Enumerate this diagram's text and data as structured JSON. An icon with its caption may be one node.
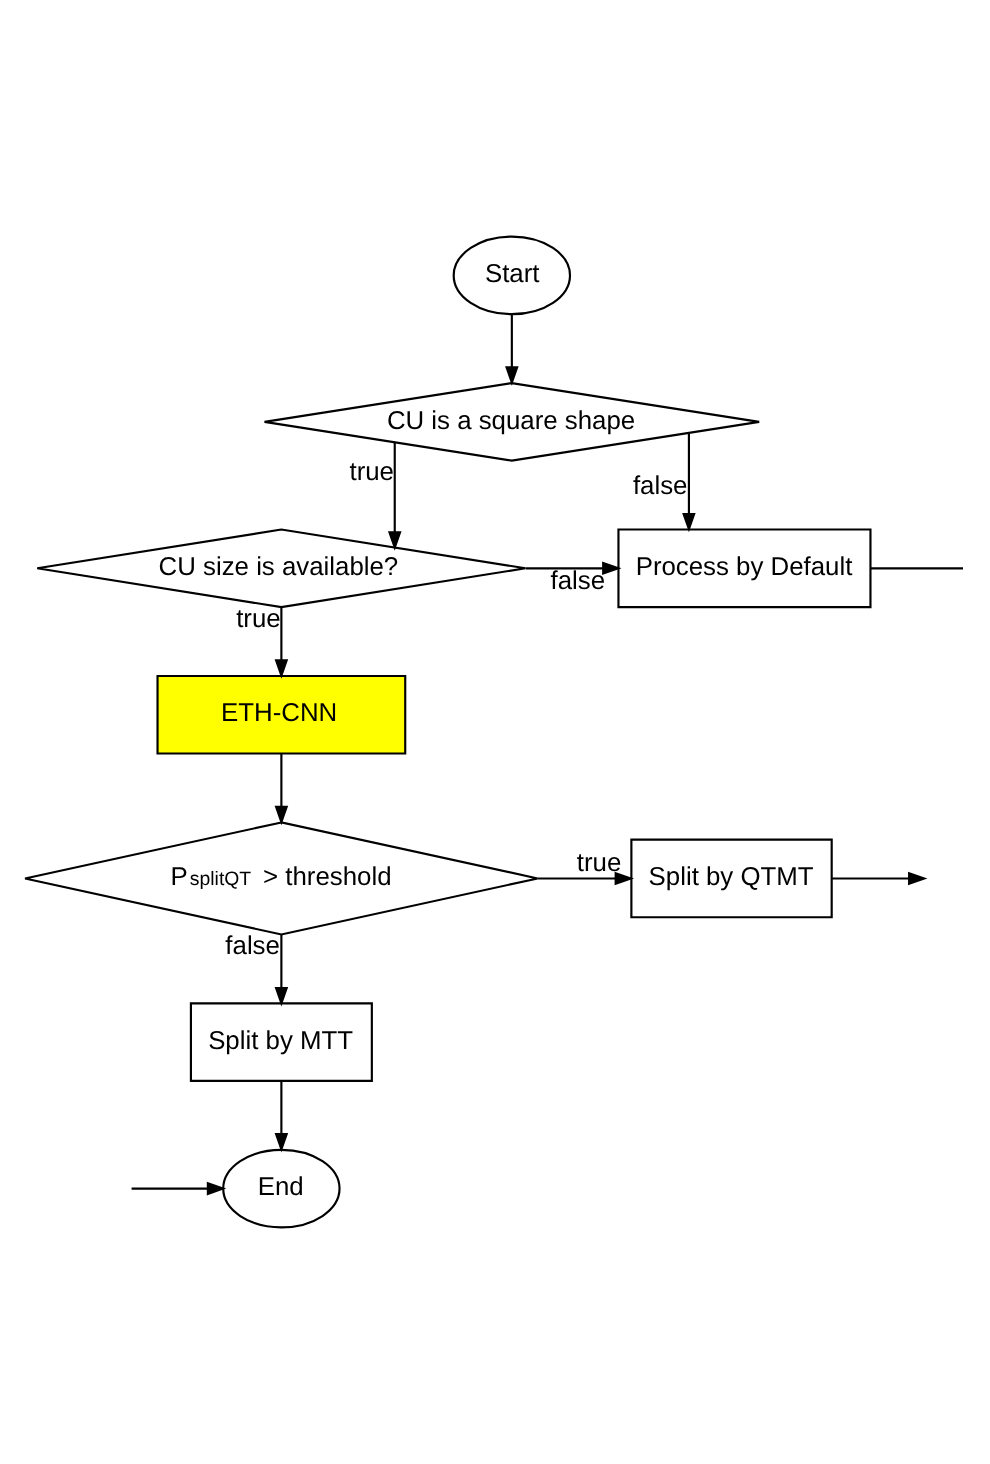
{
  "diagram": {
    "nodes": [
      {
        "text": [
          "Start"
        ]
      },
      {
        "text": [
          "CU is a square shape"
        ]
      },
      {
        "text": [
          "CU size is available?"
        ]
      },
      {
        "text": [
          "Process by Default"
        ]
      },
      {
        "text": [
          "ETH-CNN"
        ]
      },
      {
        "text": [
          "P$_{splitQT}$ > threshold"
        ]
      },
      {
        "text": [
          "Split by QTMT"
        ]
      },
      {
        "text": [
          "Split by MTT"
        ]
      },
      {
        "text": [
          "End"
        ]
      }
    ],
    "edges": [
      {
        "from": 0,
        "to": 1,
        "arrow": "to"
      },
      {
        "from": 1,
        "to": 2,
        "label": "true",
        "arrow": "to"
      },
      {
        "from": 1,
        "to": 3,
        "label": "false",
        "arrow": "to"
      },
      {
        "from": 2,
        "to": 3,
        "label": "false",
        "arrow": "to"
      },
      {
        "from": 2,
        "to": 4,
        "label": "true",
        "arrow": "to"
      },
      {
        "from": 3,
        "to": null,
        "arrow": "none"
      },
      {
        "from": 4,
        "to": 5,
        "arrow": "to"
      },
      {
        "from": 5,
        "to": 6,
        "label": "true",
        "arrow": "to"
      },
      {
        "from": 5,
        "to": 7,
        "label": "false",
        "arrow": "to"
      },
      {
        "from": 6,
        "to": null,
        "arrow": "to"
      },
      {
        "from": 7,
        "to": 8,
        "arrow": "to"
      },
      {
        "from": null,
        "to": 8,
        "arrow": "to"
      }
    ]
  }
}
